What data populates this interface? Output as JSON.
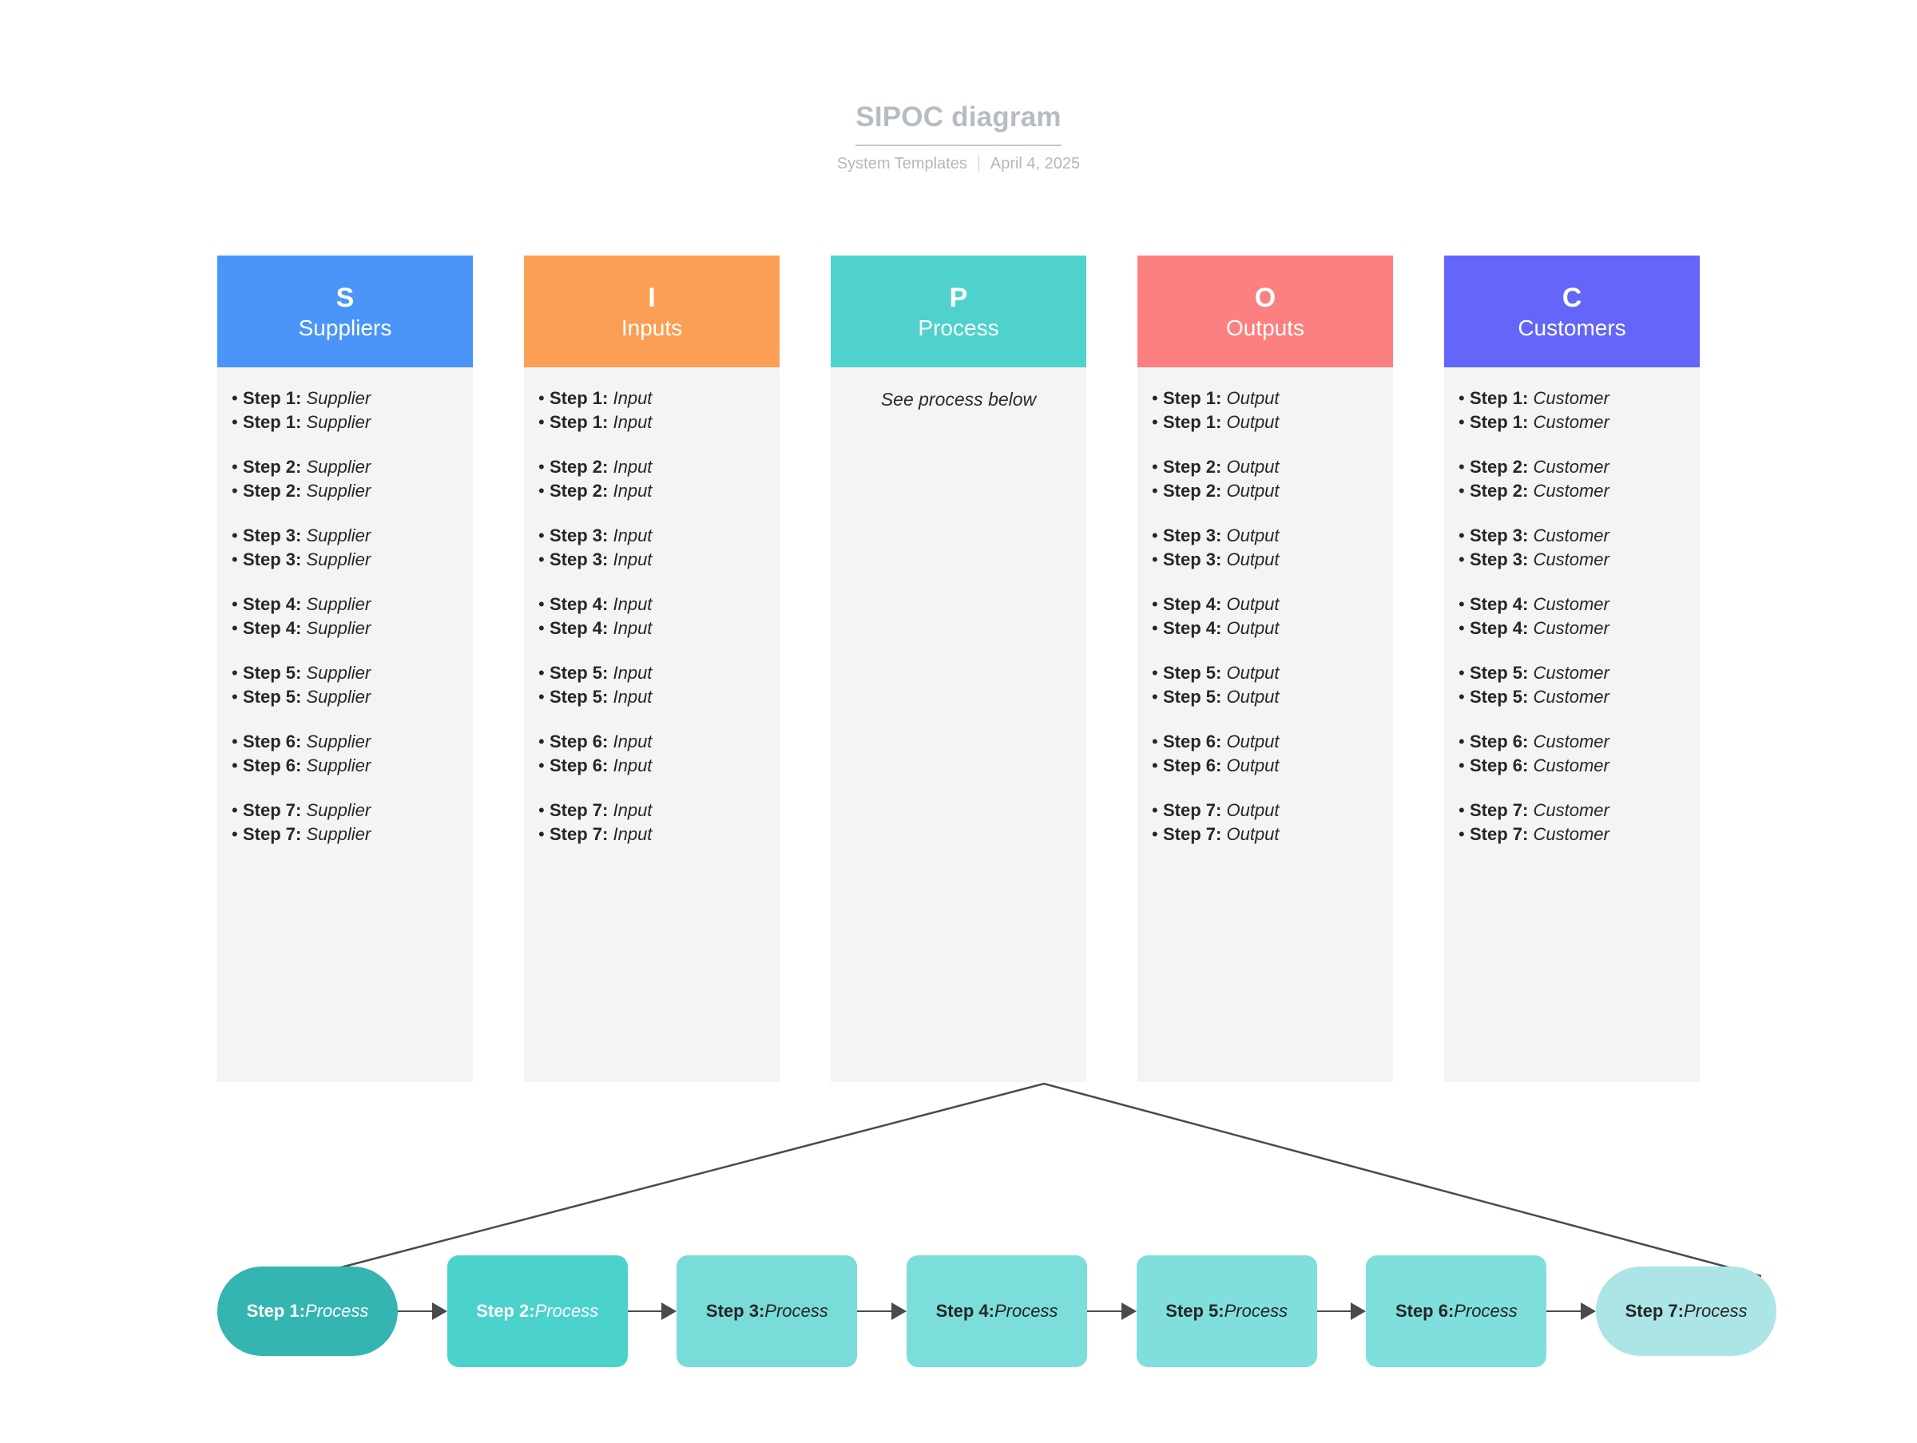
{
  "header": {
    "title": "SIPOC diagram",
    "org": "System Templates",
    "date": "April 4, 2025"
  },
  "columns": [
    {
      "letter": "S",
      "name": "Suppliers",
      "color": "#4a95f7",
      "groups": [
        [
          "Step 1:",
          "Step 1:"
        ],
        [
          "Step 2:",
          "Step 2:"
        ],
        [
          "Step 3:",
          "Step 3:"
        ],
        [
          "Step 4:",
          "Step 4:"
        ],
        [
          "Step 5:",
          "Step 5:"
        ],
        [
          "Step 6:",
          "Step 6:"
        ],
        [
          "Step 7:",
          "Step 7:"
        ]
      ],
      "value": "Supplier"
    },
    {
      "letter": "I",
      "name": "Inputs",
      "color": "#fb9f55",
      "groups": [
        [
          "Step 1:",
          "Step 1:"
        ],
        [
          "Step 2:",
          "Step 2:"
        ],
        [
          "Step 3:",
          "Step 3:"
        ],
        [
          "Step 4:",
          "Step 4:"
        ],
        [
          "Step 5:",
          "Step 5:"
        ],
        [
          "Step 6:",
          "Step 6:"
        ],
        [
          "Step 7:",
          "Step 7:"
        ]
      ],
      "value": "Input"
    },
    {
      "letter": "P",
      "name": "Process",
      "color": "#4fd2ce",
      "note": "See process below",
      "groups": [],
      "value": ""
    },
    {
      "letter": "O",
      "name": "Outputs",
      "color": "#fc8080",
      "groups": [
        [
          "Step 1:",
          "Step 1:"
        ],
        [
          "Step 2:",
          "Step 2:"
        ],
        [
          "Step 3:",
          "Step 3:"
        ],
        [
          "Step 4:",
          "Step 4:"
        ],
        [
          "Step 5:",
          "Step 5:"
        ],
        [
          "Step 6:",
          "Step 6:"
        ],
        [
          "Step 7:",
          "Step 7:"
        ]
      ],
      "value": "Output"
    },
    {
      "letter": "C",
      "name": "Customers",
      "color": "#6366f8",
      "groups": [
        [
          "Step 1:",
          "Step 1:"
        ],
        [
          "Step 2:",
          "Step 2:"
        ],
        [
          "Step 3:",
          "Step 3:"
        ],
        [
          "Step 4:",
          "Step 4:"
        ],
        [
          "Step 5:",
          "Step 5:"
        ],
        [
          "Step 6:",
          "Step 6:"
        ],
        [
          "Step 7:",
          "Step 7:"
        ]
      ],
      "value": "Customer"
    }
  ],
  "process_chain": {
    "value": "Process",
    "steps": [
      {
        "label": "Step 1:",
        "shape": "pill",
        "bg": "#34b5b1",
        "fg": "#ffffff"
      },
      {
        "label": "Step 2:",
        "shape": "rect",
        "bg": "#4bd2cd",
        "fg": "#ffffff"
      },
      {
        "label": "Step 3:",
        "shape": "rect",
        "bg": "#79dcd9",
        "fg": "#262626"
      },
      {
        "label": "Step 4:",
        "shape": "rect",
        "bg": "#7bdedb",
        "fg": "#262626"
      },
      {
        "label": "Step 5:",
        "shape": "rect",
        "bg": "#80dfdd",
        "fg": "#262626"
      },
      {
        "label": "Step 6:",
        "shape": "rect",
        "bg": "#7fdfdc",
        "fg": "#262626"
      },
      {
        "label": "Step 7:",
        "shape": "pill",
        "bg": "#ace5e5",
        "fg": "#262626"
      }
    ]
  }
}
